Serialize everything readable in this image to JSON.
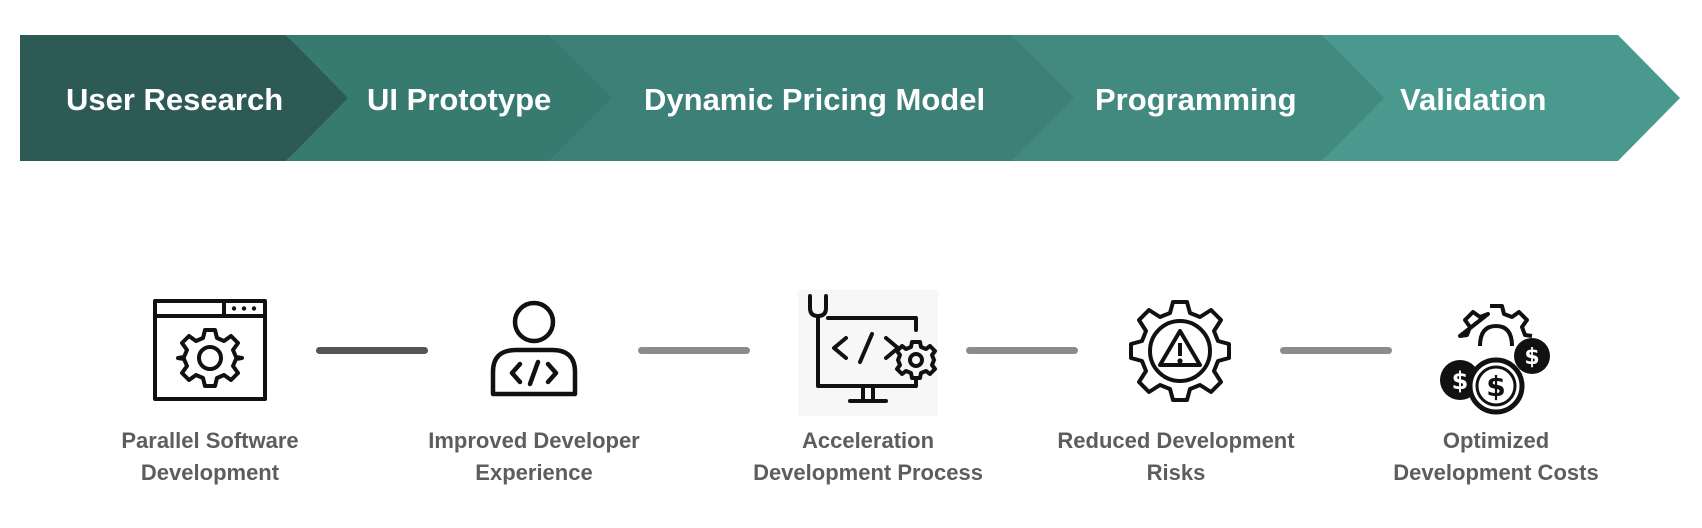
{
  "colors": {
    "step_1": "#2d5a55",
    "step_2": "#377a70",
    "step_3": "#3c8077",
    "step_4": "#428a80",
    "step_5": "#4a998e",
    "connector_dark": "#555555",
    "connector_light": "#8c8c8c",
    "caption_text": "#5d5d5d",
    "icon_stroke": "#111111"
  },
  "steps": [
    {
      "label": "User Research"
    },
    {
      "label": "UI Prototype"
    },
    {
      "label": "Dynamic Pricing Model"
    },
    {
      "label": "Programming"
    },
    {
      "label": "Validation"
    }
  ],
  "benefits": [
    {
      "icon": "browser-gear-icon",
      "line1": "Parallel Software",
      "line2": "Development"
    },
    {
      "icon": "developer-user-icon",
      "line1": "Improved Developer",
      "line2": "Experience"
    },
    {
      "icon": "monitor-code-tools-icon",
      "line1": "Acceleration",
      "line2": "Development Process"
    },
    {
      "icon": "gear-warning-icon",
      "line1": "Reduced Development",
      "line2": "Risks"
    },
    {
      "icon": "gear-coins-icon",
      "line1": "Optimized",
      "line2": "Development Costs"
    }
  ]
}
